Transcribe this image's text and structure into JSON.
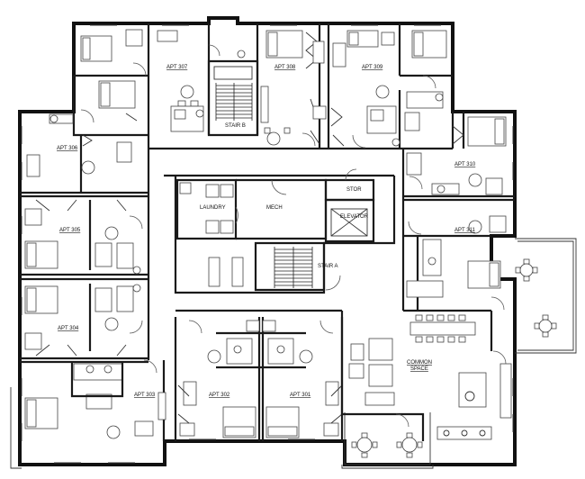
{
  "rooms": {
    "apt_307": "APT 307",
    "apt_308": "APT 308",
    "apt_309": "APT 309",
    "apt_306": "APT 306",
    "apt_310": "APT 310",
    "apt_305": "APT 305",
    "apt_311": "APT 311",
    "apt_304": "APT 304",
    "apt_303": "APT 303",
    "apt_302": "APT 302",
    "apt_301": "APT 301",
    "stair_b": "STAIR B",
    "stair_a": "STAIR A",
    "laundry": "LAUNDRY",
    "mech": "MECH",
    "stor": "STOR",
    "elevator": "ELEVATOR",
    "common_space_line1": "COMMON",
    "common_space_line2": "SPACE"
  }
}
